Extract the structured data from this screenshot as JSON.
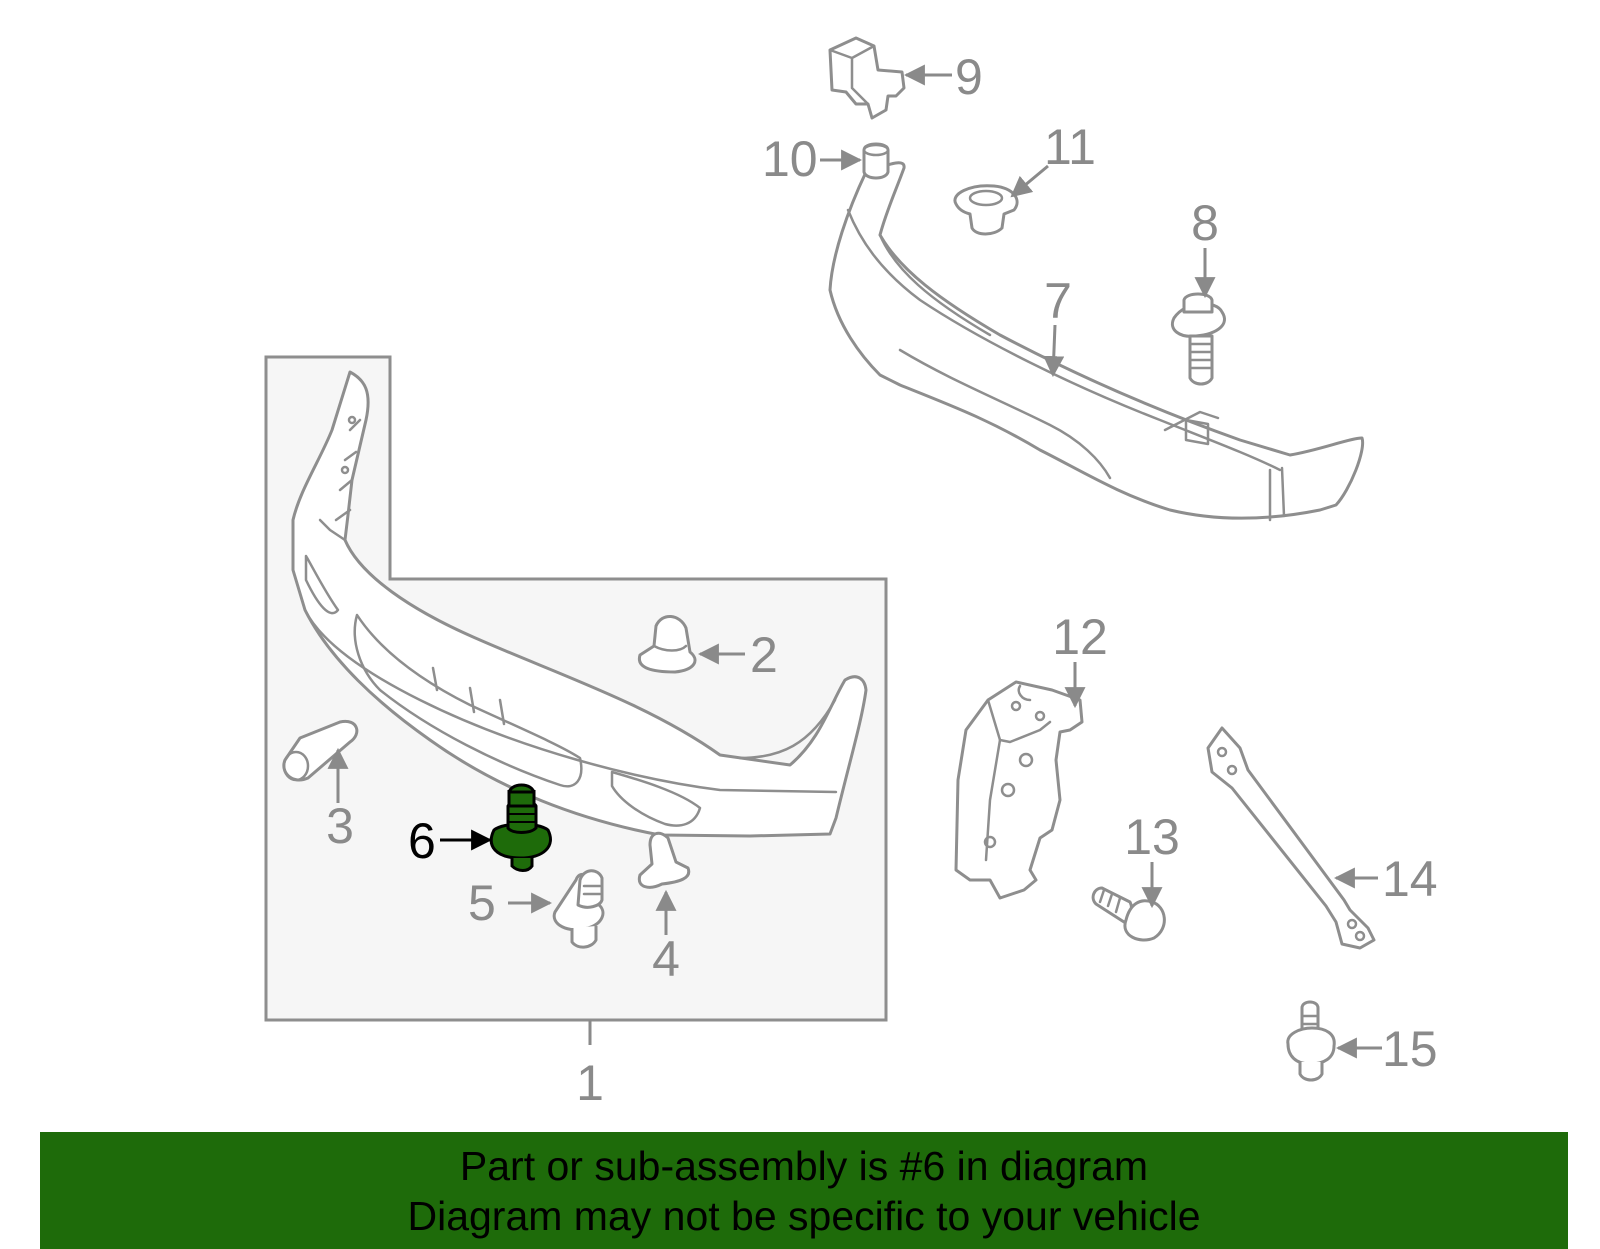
{
  "diagram": {
    "highlighted_part": "6",
    "highlight_color": "#1e6b0a",
    "line_color": "#8e8e8e",
    "callouts": [
      "1",
      "2",
      "3",
      "4",
      "5",
      "6",
      "7",
      "8",
      "9",
      "10",
      "11",
      "12",
      "13",
      "14",
      "15"
    ]
  },
  "banner": {
    "background": "#1e6b0a",
    "line1": "Part or sub-assembly is #6 in diagram",
    "line2": "Diagram may not be specific to your vehicle"
  }
}
